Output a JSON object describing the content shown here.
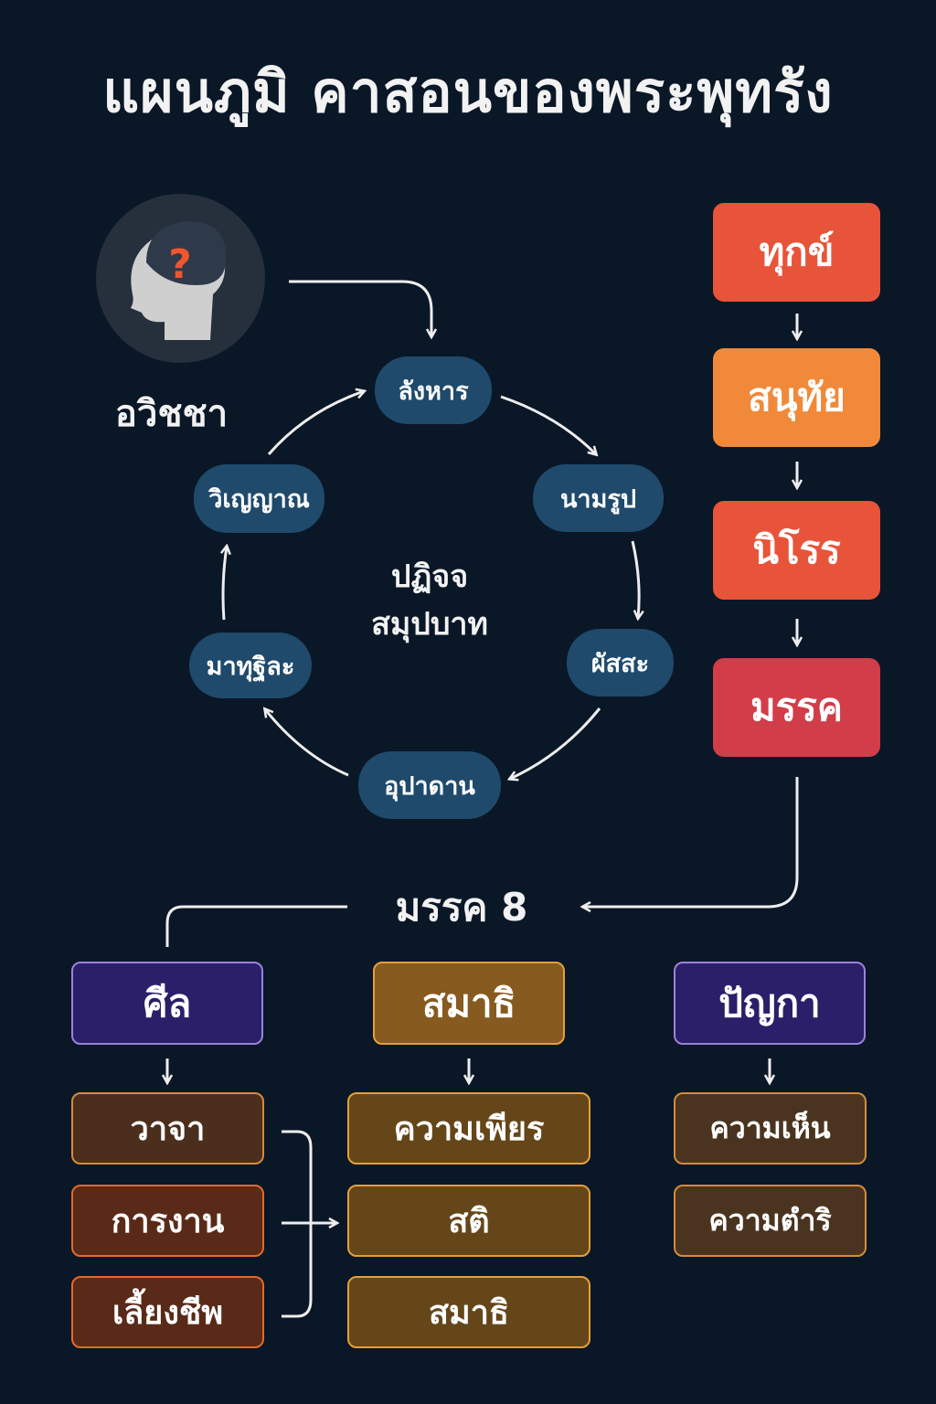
{
  "title": "แผนภูมิ คาสอนของพระพุทรัง",
  "ignorance": {
    "label": "อวิชชา",
    "icon": "head-question-icon"
  },
  "cycle": {
    "center_line1": "ปฏิจจ",
    "center_line2": "สมุปบาท",
    "nodes": [
      "ลังหาร",
      "นามรูป",
      "ผัสสะ",
      "อุปาดาน",
      "มาทุฐิละ",
      "วิเญญาณ"
    ]
  },
  "truths": [
    "ทุกข์",
    "สนุทัย",
    "นิโรร",
    "มรรค"
  ],
  "path": {
    "title": "มรรค 8",
    "groups": [
      {
        "label": "ศีล",
        "items": [
          "วาจา",
          "การงาน",
          "เลี้ยงชีพ"
        ]
      },
      {
        "label": "สมาธิ",
        "items": [
          "ความเพียร",
          "สติ",
          "สมาธิ"
        ]
      },
      {
        "label": "ปัญกา",
        "items": [
          "ความเห็น",
          "ความตำริ"
        ]
      }
    ]
  },
  "colors": {
    "background": "#0a1727",
    "node": "#1f4a6c",
    "dukkha": "#e8543a",
    "samudaya": "#f08a3a",
    "nirodha": "#e8543a",
    "magga": "#d13d48"
  }
}
